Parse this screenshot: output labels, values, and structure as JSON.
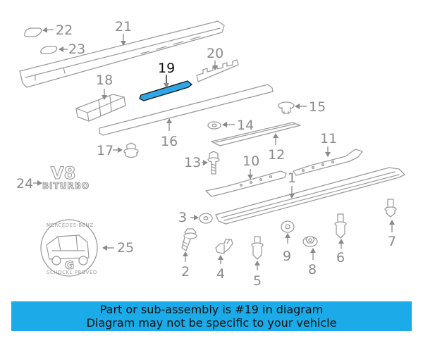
{
  "colors": {
    "highlight": "#2fa6e6",
    "banner": "#1aabe8",
    "line": "#9b9b9b"
  },
  "highlighted_part": "19",
  "callouts": {
    "c1": "1",
    "c2": "2",
    "c3": "3",
    "c4": "4",
    "c5": "5",
    "c6": "6",
    "c7": "7",
    "c8": "8",
    "c9": "9",
    "c10": "10",
    "c11": "11",
    "c12": "12",
    "c13": "13",
    "c14": "14",
    "c15": "15",
    "c16": "16",
    "c17": "17",
    "c18": "18",
    "c19": "19",
    "c20": "20",
    "c21": "21",
    "c22": "22",
    "c23": "23",
    "c24": "24",
    "c25": "25"
  },
  "badge": {
    "line1": "V8",
    "line2": "BITURBO"
  },
  "emblem": {
    "top_text": "MERCEDES-BENZ",
    "bottom_text": "SCHOCKL PROVED",
    "letter": "G"
  },
  "banner": {
    "line1": "Part or sub-assembly is #19 in diagram",
    "line2": "Diagram may not be specific to your vehicle"
  }
}
